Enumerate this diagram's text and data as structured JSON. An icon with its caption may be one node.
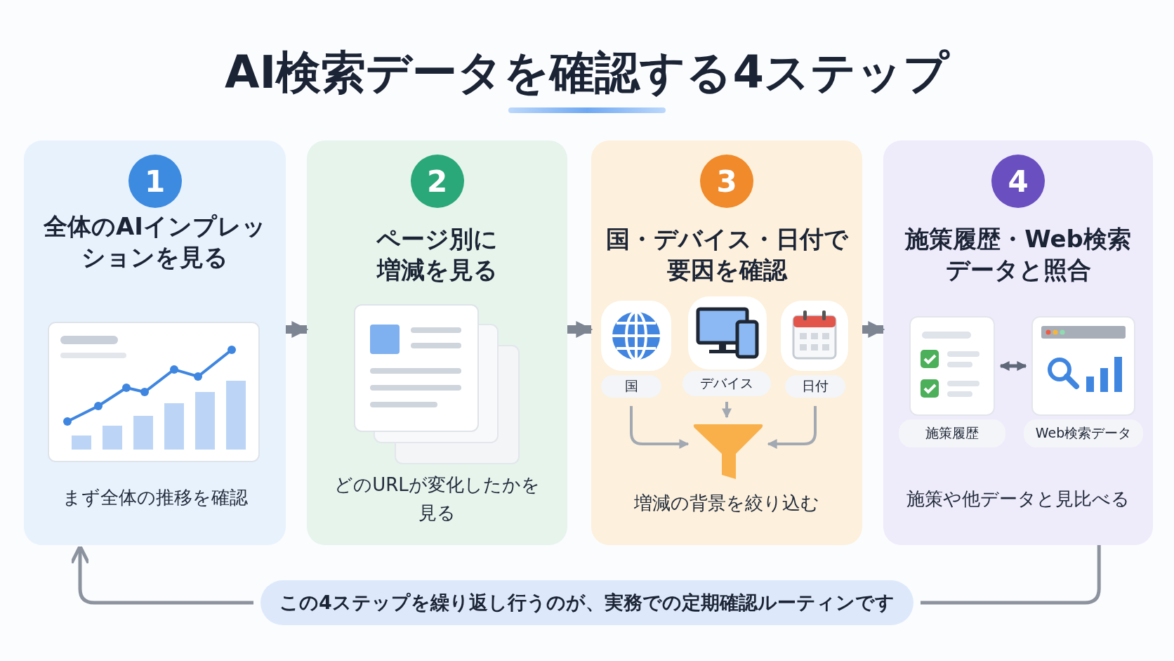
{
  "diagram": {
    "title": "AI検索データを確認する4ステップ",
    "nodes": [
      {
        "text": [
          "全体のAIインプレッションを見る",
          "まず全体の推移を確認"
        ]
      },
      {
        "text": [
          "1"
        ],
        "in": 0
      },
      {
        "text": [
          "ページ別に増減を見る",
          "どのURLが変化したかを見る"
        ]
      },
      {
        "text": [
          "2"
        ],
        "in": 2
      },
      {
        "text": [
          "国・デバイス・日付で要因を確認",
          "増減の背景を絞り込む"
        ]
      },
      {
        "text": [
          "3"
        ],
        "in": 4
      },
      {
        "text": [
          "国"
        ],
        "in": 4
      },
      {
        "text": [
          "デバイス"
        ],
        "in": 4
      },
      {
        "text": [
          "日付"
        ],
        "in": 4
      },
      {
        "text": [],
        "shape": "funnel",
        "in": 4
      },
      {
        "text": [
          "施策履歴・Web検索データと照合",
          "施策や他データと見比べる"
        ]
      },
      {
        "text": [
          "4"
        ],
        "in": 10
      },
      {
        "text": [],
        "shape": "box",
        "in": 10
      },
      {
        "text": [],
        "shape": "box",
        "in": 10
      },
      {
        "text": [
          "施策履歴"
        ],
        "in": 10
      },
      {
        "text": [
          "Web検索データ"
        ],
        "in": 10
      },
      {
        "text": [
          "この4ステップを繰り返し行うのが、実務での定期確認ルーティンです"
        ]
      }
    ],
    "edges": [
      {
        "from": 0,
        "to": 2,
        "arrow": "to",
        "style": "thick"
      },
      {
        "from": 2,
        "to": 4,
        "arrow": "to",
        "style": "thick"
      },
      {
        "from": 4,
        "to": 10,
        "arrow": "to",
        "style": "thick"
      },
      {
        "from": 6,
        "to": 9,
        "arrow": "to"
      },
      {
        "from": 7,
        "to": 9,
        "arrow": "to"
      },
      {
        "from": 8,
        "to": 9,
        "arrow": "to"
      },
      {
        "from": 12,
        "to": 13,
        "arrow": "both"
      },
      {
        "from": 10,
        "to": 16,
        "arrow": "none"
      },
      {
        "from": 16,
        "to": 0,
        "arrow": "to"
      }
    ]
  }
}
